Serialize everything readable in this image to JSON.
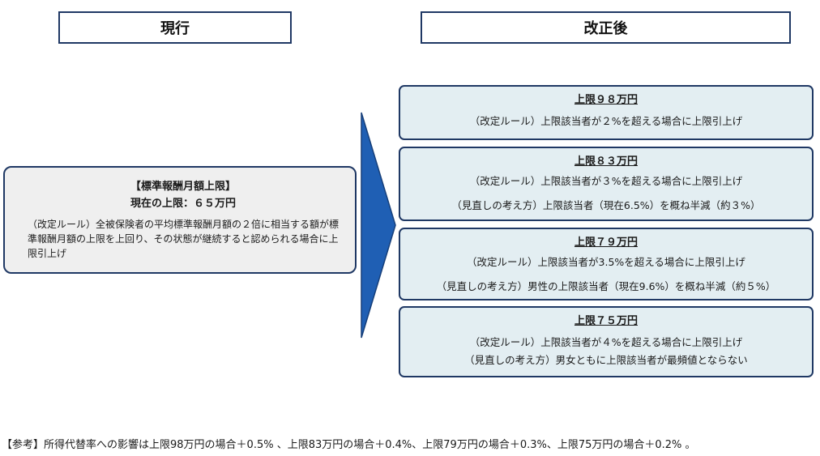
{
  "headers": {
    "current": "現行",
    "revised": "改正後"
  },
  "current": {
    "title": "【標準報酬月額上限】",
    "limit": "現在の上限：６５万円",
    "rule": "（改定ルール）全被保険者の平均標準報酬月額の２倍に相当する額が標準報酬月額の上限を上回り、その状態が継続すると認められる場合に上限引上げ"
  },
  "options": [
    {
      "title": "上限９８万円",
      "rule": "（改定ルール）上限該当者が２%を超える場合に上限引上げ"
    },
    {
      "title": "上限８３万円",
      "rule": "（改定ルール）上限該当者が３%を超える場合に上限引上げ",
      "review": "（見直しの考え方）上限該当者（現在6.5%）を概ね半減（約３%）"
    },
    {
      "title": "上限７９万円",
      "rule": "（改定ルール）上限該当者が3.5%を超える場合に上限引上げ",
      "review": "（見直しの考え方）男性の上限該当者（現在9.6%）を概ね半減（約５%）"
    },
    {
      "title": "上限７５万円",
      "rule": "（改定ルール）上限該当者が４%を超える場合に上限引上げ",
      "review": "（見直しの考え方）男女ともに上限該当者が最頻値とならない"
    }
  ],
  "footnote": "【参考】所得代替率への影響は上限98万円の場合＋0.5% 、上限83万円の場合＋0.4%、上限79万円の場合＋0.3%、上限75万円の場合＋0.2% 。",
  "colors": {
    "border": "#1f3864",
    "arrow": "#1f5fb4",
    "current_bg": "#efefef",
    "option_bg": "#e3eef2"
  }
}
